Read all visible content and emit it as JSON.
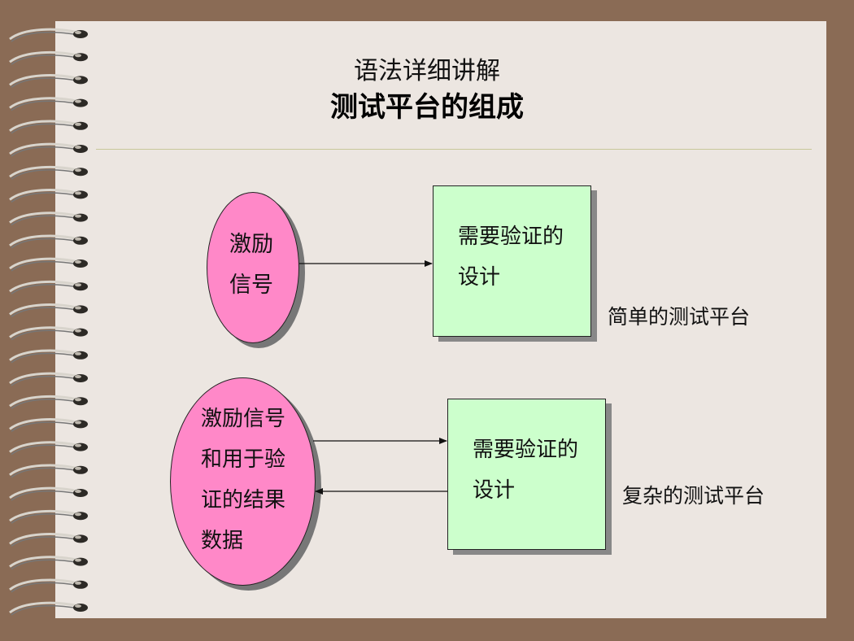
{
  "title": {
    "line1": "语法详细讲解",
    "line2": "测试平台的组成"
  },
  "diagram": {
    "simple": {
      "stimulus": "激励\n信号",
      "design": "需要验证的\n设计",
      "caption": "简单的测试平台"
    },
    "complex": {
      "stimulus": "激励信号\n和用于验\n证的结果\n数据",
      "design": "需要验证的\n设计",
      "caption": "复杂的测试平台"
    }
  },
  "colors": {
    "ellipse_fill": "#ff88c8",
    "box_fill": "#ccffcc",
    "slide_bg": "#ece6e1",
    "frame_bg": "#8a6b55"
  }
}
